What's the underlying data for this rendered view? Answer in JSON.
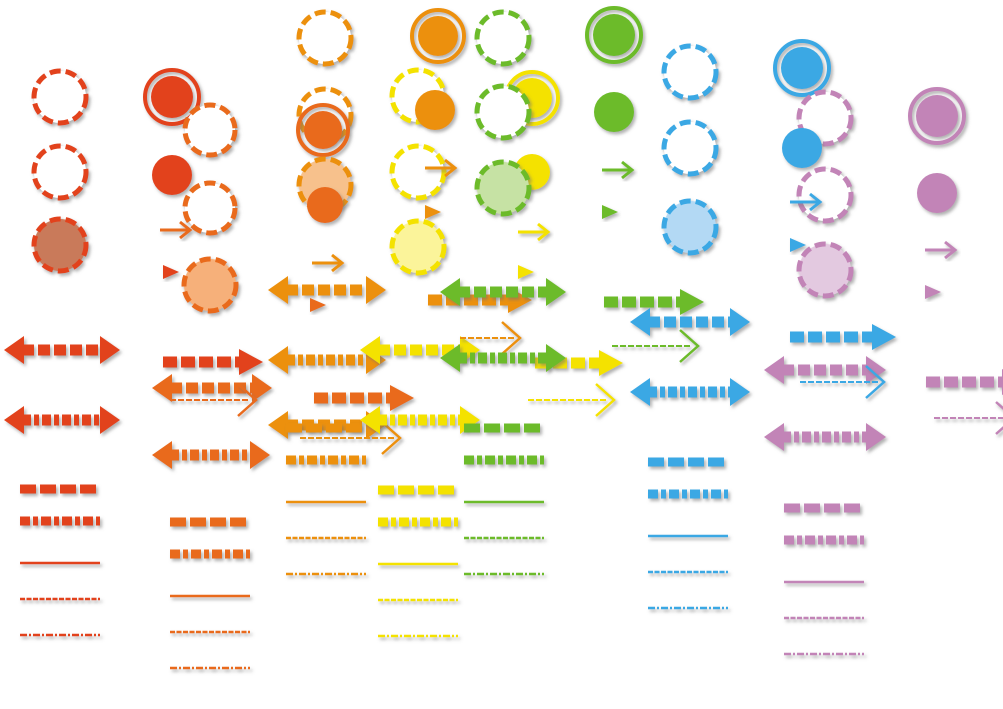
{
  "palette": {
    "red": {
      "main": "#e2431e",
      "fill": "#c97a5a",
      "dark": "#a82c10"
    },
    "orange": {
      "main": "#e96b1c",
      "fill": "#f6b07a",
      "dark": "#b84a0a"
    },
    "amber": {
      "main": "#ec900e",
      "fill": "#f7c18c",
      "dark": "#b96a05"
    },
    "yellow": {
      "main": "#f4e200",
      "fill": "#fbf49a",
      "dark": "#b9a800"
    },
    "green": {
      "main": "#6cbb2a",
      "fill": "#c6e2a4",
      "dark": "#4c8f17"
    },
    "blue": {
      "main": "#3aa8e4",
      "fill": "#b3d9f4",
      "dark": "#1f7cb4"
    },
    "purple": {
      "main": "#c284b7",
      "fill": "#e3c9e0",
      "dark": "#955386"
    },
    "shadow": "#8a8a8a"
  },
  "icon_families": [
    "color-theme-red",
    "color-theme-orange",
    "color-theme-amber",
    "color-theme-yellow",
    "color-theme-green",
    "color-theme-blue",
    "color-theme-purple"
  ]
}
